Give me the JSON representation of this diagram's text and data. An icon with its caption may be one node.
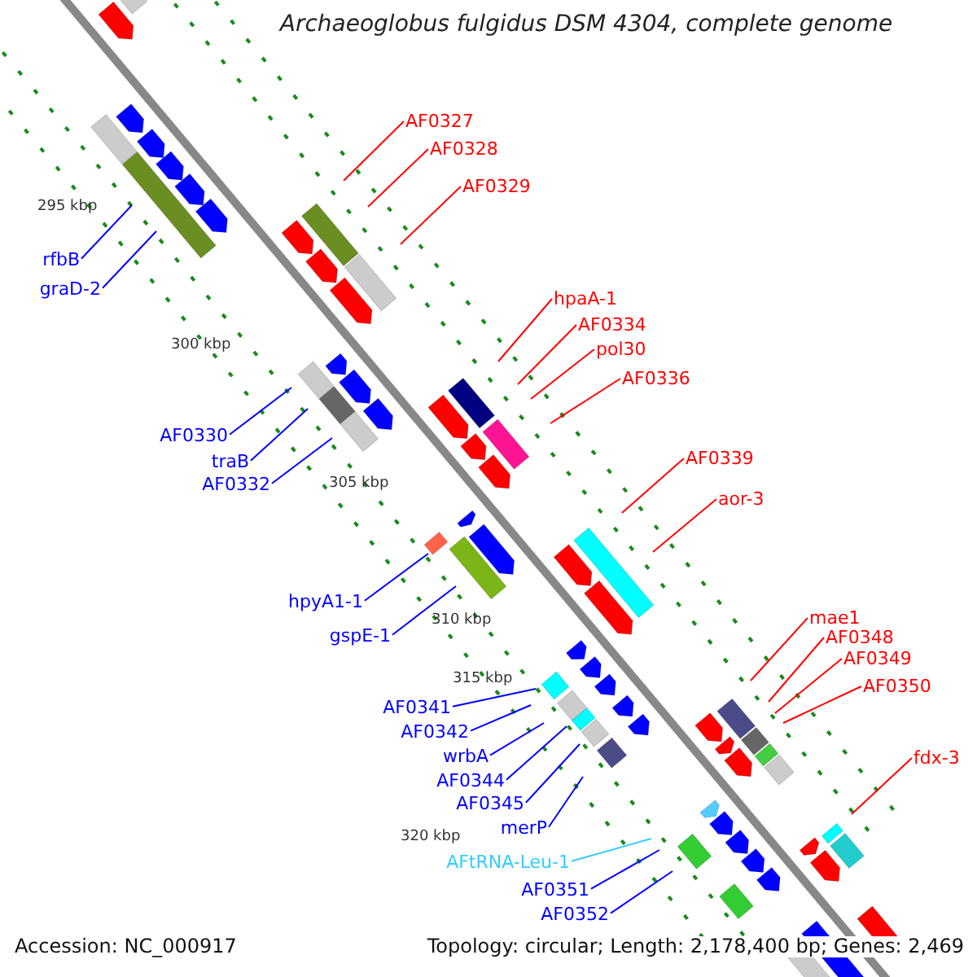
{
  "diagram": {
    "title": "Archaeoglobus fulgidus DSM 4304, complete genome",
    "nodes": [
      {
        "text": [
          "AF0327"
        ]
      },
      {
        "text": [
          "AF0328"
        ]
      },
      {
        "text": [
          "AF0329"
        ]
      },
      {
        "text": [
          "rfbB"
        ]
      },
      {
        "text": [
          "graD-2"
        ]
      },
      {
        "text": [
          "hpaA-1"
        ]
      },
      {
        "text": [
          "AF0334"
        ]
      },
      {
        "text": [
          "pol30"
        ]
      },
      {
        "text": [
          "AF0336"
        ]
      },
      {
        "text": [
          "AF0330"
        ]
      },
      {
        "text": [
          "traB"
        ]
      },
      {
        "text": [
          "AF0332"
        ]
      },
      {
        "text": [
          "AF0339"
        ]
      },
      {
        "text": [
          "aor-3"
        ]
      },
      {
        "text": [
          "hpyA1-1"
        ]
      },
      {
        "text": [
          "gspE-1"
        ]
      },
      {
        "text": [
          "mae1"
        ]
      },
      {
        "text": [
          "AF0348"
        ]
      },
      {
        "text": [
          "AF0349"
        ]
      },
      {
        "text": [
          "AF0350"
        ]
      },
      {
        "text": [
          "AF0341"
        ]
      },
      {
        "text": [
          "AF0342"
        ]
      },
      {
        "text": [
          "wrbA"
        ]
      },
      {
        "text": [
          "fdx-3"
        ]
      },
      {
        "text": [
          "AF0344"
        ]
      },
      {
        "text": [
          "AF0345"
        ]
      },
      {
        "text": [
          "merP"
        ]
      },
      {
        "text": [
          "AFtRNA-Leu-1"
        ]
      },
      {
        "text": [
          "AF0351"
        ]
      },
      {
        "text": [
          "AF0352"
        ]
      }
    ],
    "edges": [
      {
        "from": 0,
        "to": null,
        "arrow": "none",
        "color": "#ff0000"
      },
      {
        "from": 1,
        "to": null,
        "arrow": "none",
        "color": "#ff0000"
      },
      {
        "from": 2,
        "to": null,
        "arrow": "none",
        "color": "#ff0000"
      },
      {
        "from": 3,
        "to": null,
        "arrow": "none"
      },
      {
        "from": 4,
        "to": null,
        "arrow": "none"
      },
      {
        "from": 5,
        "to": null,
        "arrow": "none",
        "color": "#ff0000"
      },
      {
        "from": 6,
        "to": null,
        "arrow": "none",
        "color": "#ff0000"
      },
      {
        "from": 7,
        "to": null,
        "arrow": "none",
        "color": "#ff0000"
      },
      {
        "from": 8,
        "to": null,
        "arrow": "none",
        "color": "#ff0000"
      },
      {
        "from": 9,
        "to": null,
        "arrow": "none"
      },
      {
        "from": 10,
        "to": null,
        "arrow": "none"
      },
      {
        "from": 11,
        "to": null,
        "arrow": "none"
      },
      {
        "from": 12,
        "to": null,
        "arrow": "none",
        "color": "#ff0000"
      },
      {
        "from": 13,
        "to": null,
        "arrow": "none",
        "color": "#ff0000"
      },
      {
        "from": 14,
        "to": null,
        "arrow": "none"
      },
      {
        "from": 15,
        "to": null,
        "arrow": "none"
      },
      {
        "from": 16,
        "to": null,
        "arrow": "none",
        "color": "#ff0000"
      },
      {
        "from": 17,
        "to": null,
        "arrow": "none",
        "color": "#ff0000"
      },
      {
        "from": 18,
        "to": null,
        "arrow": "none",
        "color": "#ff0000"
      },
      {
        "from": 19,
        "to": null,
        "arrow": "none",
        "color": "#ff0000"
      },
      {
        "from": 20,
        "to": null,
        "arrow": "none"
      },
      {
        "from": 21,
        "to": null,
        "arrow": "none"
      },
      {
        "from": 22,
        "to": null,
        "arrow": "none"
      },
      {
        "from": 23,
        "to": null,
        "arrow": "none",
        "color": "#ff0000"
      },
      {
        "from": 24,
        "to": null,
        "arrow": "none"
      },
      {
        "from": 25,
        "to": null,
        "arrow": "none"
      },
      {
        "from": 26,
        "to": null,
        "arrow": "none"
      },
      {
        "from": 27,
        "to": null,
        "arrow": "none",
        "color": "#33ccff"
      },
      {
        "from": 28,
        "to": null,
        "arrow": "none"
      },
      {
        "from": 29,
        "to": null,
        "arrow": "none"
      }
    ],
    "labels": [
      "295 kbp",
      "300 kbp",
      "305 kbp",
      "310 kbp",
      "315 kbp",
      "320 kbp",
      "Accession: NC_000917",
      "Topology: circular; Length: 2,178,400 bp; Genes: 2,469"
    ]
  }
}
